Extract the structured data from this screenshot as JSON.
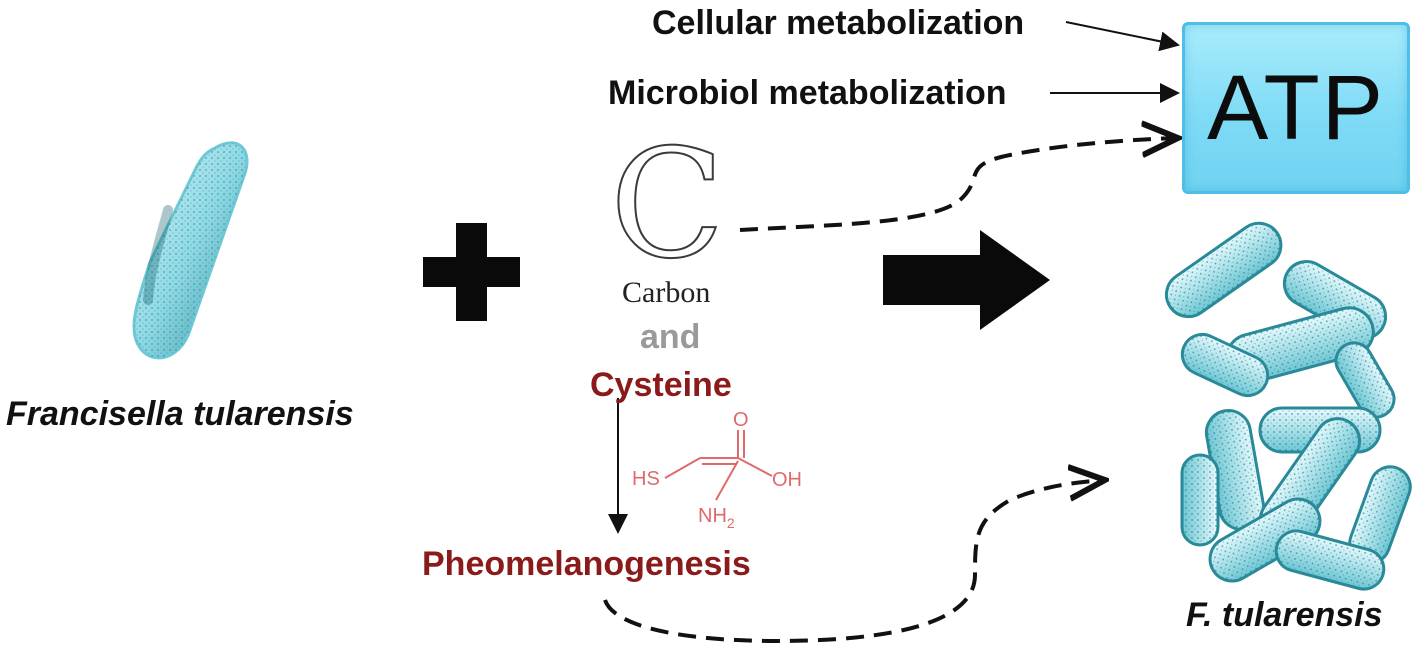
{
  "organism_left": "Francisella tularensis",
  "organism_right": "F. tularensis",
  "carbon": {
    "symbol": "C",
    "label": "Carbon"
  },
  "connector": "and",
  "cysteine": {
    "label": "Cysteine",
    "structure": {
      "hs": "HS",
      "o": "O",
      "oh": "OH",
      "nh2_base": "NH",
      "nh2_sub": "2"
    }
  },
  "pheomelanogenesis": "Pheomelanogenesis",
  "atp": "ATP",
  "inputs": {
    "cellular": "Cellular metabolization",
    "microbial": "Microbiol metabolization"
  },
  "colors": {
    "atp_fill": "#7fdbf6",
    "atp_border": "#4dbfe6",
    "bacteria": "#5fc7d8",
    "cysteine_red": "#8b1a1a",
    "structure_pink": "#e06a6a",
    "and_gray": "#9a9a9a"
  },
  "icons": [
    "plus-icon",
    "right-arrow-icon",
    "single-bacterium-icon",
    "bacteria-cluster-icon",
    "cysteine-structure-icon"
  ]
}
